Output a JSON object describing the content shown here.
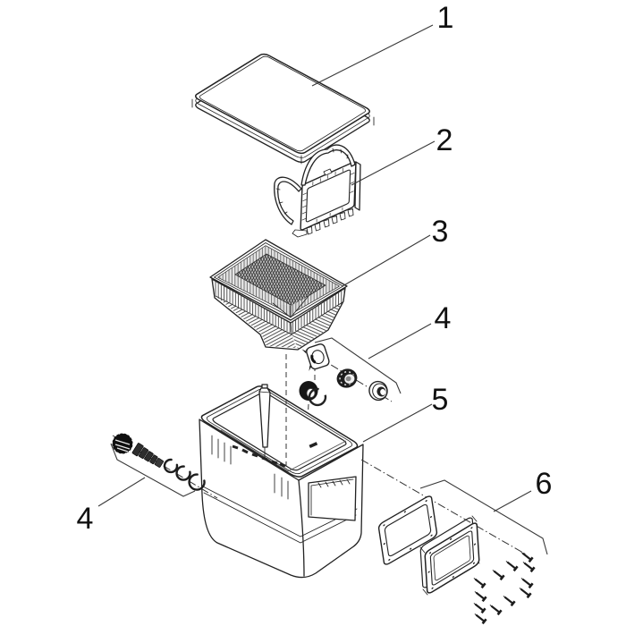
{
  "app": {
    "type": "exploded-parts-diagram",
    "subject": "Skimmer filter container assembly"
  },
  "colors": {
    "background": "#ffffff",
    "line": "#222222",
    "dark_fill": "#111111"
  },
  "callouts": {
    "c1": {
      "number": "1",
      "part": "cover-lid"
    },
    "c2": {
      "number": "2",
      "part": "flap-door-frame"
    },
    "c3": {
      "number": "3",
      "part": "debris-basket"
    },
    "c4a": {
      "number": "4",
      "part": "fitting-set-upper"
    },
    "c5": {
      "number": "5",
      "part": "container-body"
    },
    "c4b": {
      "number": "4",
      "part": "fitting-set-left"
    },
    "c6": {
      "number": "6",
      "part": "opening-frame-gasket-screws"
    }
  }
}
